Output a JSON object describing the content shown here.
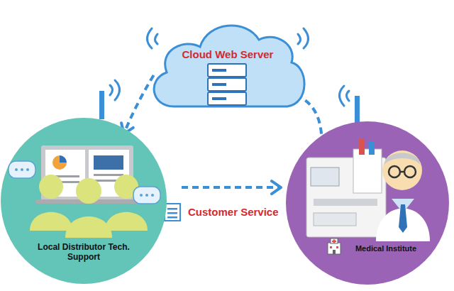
{
  "diagram": {
    "nodes": [
      {
        "text": [
          "Cloud Web Server"
        ]
      },
      {
        "text": [
          "Local Distributor Tech. Support"
        ]
      },
      {
        "text": [
          "Medical Institute"
        ]
      }
    ],
    "edges": [
      {
        "from": 2,
        "to": 0,
        "arrow": "to"
      },
      {
        "from": 0,
        "to": 1,
        "arrow": "to"
      },
      {
        "from": 1,
        "to": 2,
        "label": "Customer Service",
        "arrow": "to"
      }
    ]
  }
}
